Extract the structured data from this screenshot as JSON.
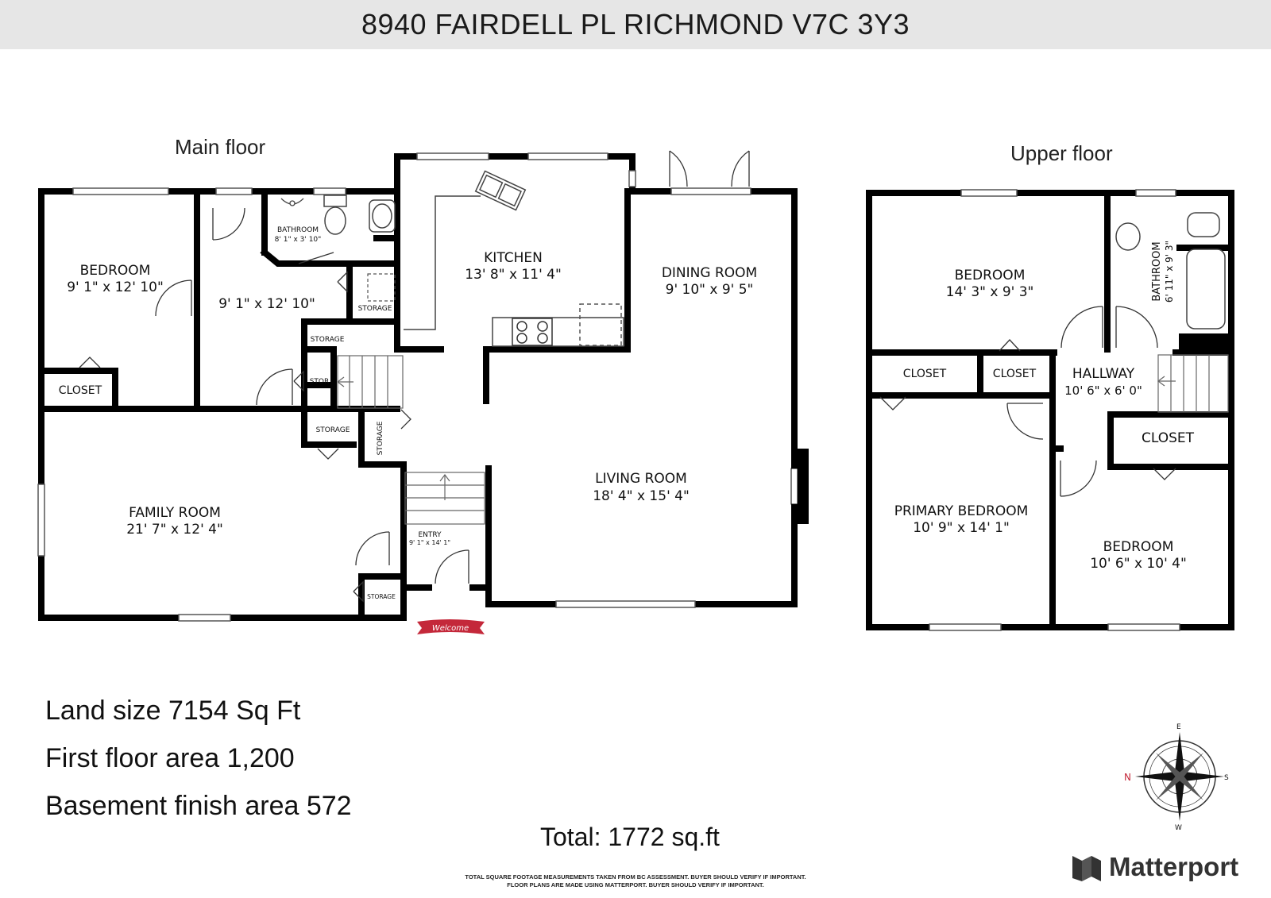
{
  "title": "8940 FAIRDELL PL RICHMOND V7C 3Y3",
  "floors": {
    "main_label": "Main floor",
    "upper_label": "Upper floor"
  },
  "main_rooms": {
    "bedroom": {
      "name": "BEDROOM",
      "dims": "9' 1\" x 12' 10\""
    },
    "den": {
      "dims": "9' 1\" x 12' 10\""
    },
    "bathroom": {
      "name": "BATHROOM",
      "dims": "8' 1\" x 3' 10\""
    },
    "kitchen": {
      "name": "KITCHEN",
      "dims": "13' 8\" x 11' 4\""
    },
    "dining": {
      "name": "DINING ROOM",
      "dims": "9' 10\" x 9' 5\""
    },
    "living": {
      "name": "LIVING ROOM",
      "dims": "18' 4\" x 15' 4\""
    },
    "family": {
      "name": "FAMILY ROOM",
      "dims": "21' 7\" x 12' 4\""
    },
    "entry": {
      "name": "ENTRY",
      "dims": "9' 1\" x 14' 1\""
    },
    "closet": "CLOSET",
    "storage": "STORAGE",
    "stor": "STOR"
  },
  "welcome": "Welcome",
  "upper_rooms": {
    "bedroom1": {
      "name": "BEDROOM",
      "dims": "14' 3\" x 9' 3\""
    },
    "bathroom": {
      "name": "BATHROOM",
      "dims": "6' 11\" x 9' 3\""
    },
    "closet": "CLOSET",
    "hallway": {
      "name": "HALLWAY",
      "dims": "10' 6\" x 6' 0\""
    },
    "primary": {
      "name": "PRIMARY BEDROOM",
      "dims": "10' 9\" x 14' 1\""
    },
    "bedroom2": {
      "name": "BEDROOM",
      "dims": "10' 6\" x 10' 4\""
    }
  },
  "stats": {
    "land": "Land size 7154 Sq Ft",
    "first": "First floor area 1,200",
    "basement": "Basement finish area 572"
  },
  "total": "Total: 1772 sq.ft",
  "disclaimer": {
    "line1": "TOTAL SQUARE FOOTAGE MEASUREMENTS TAKEN FROM BC ASSESSMENT. BUYER SHOULD VERIFY IF IMPORTANT.",
    "line2": "FLOOR PLANS ARE MADE USING MATTERPORT. BUYER SHOULD VERIFY IF IMPORTANT."
  },
  "compass": {
    "n": "N",
    "e": "E",
    "s": "S",
    "w": "W"
  },
  "brand": "Matterport"
}
